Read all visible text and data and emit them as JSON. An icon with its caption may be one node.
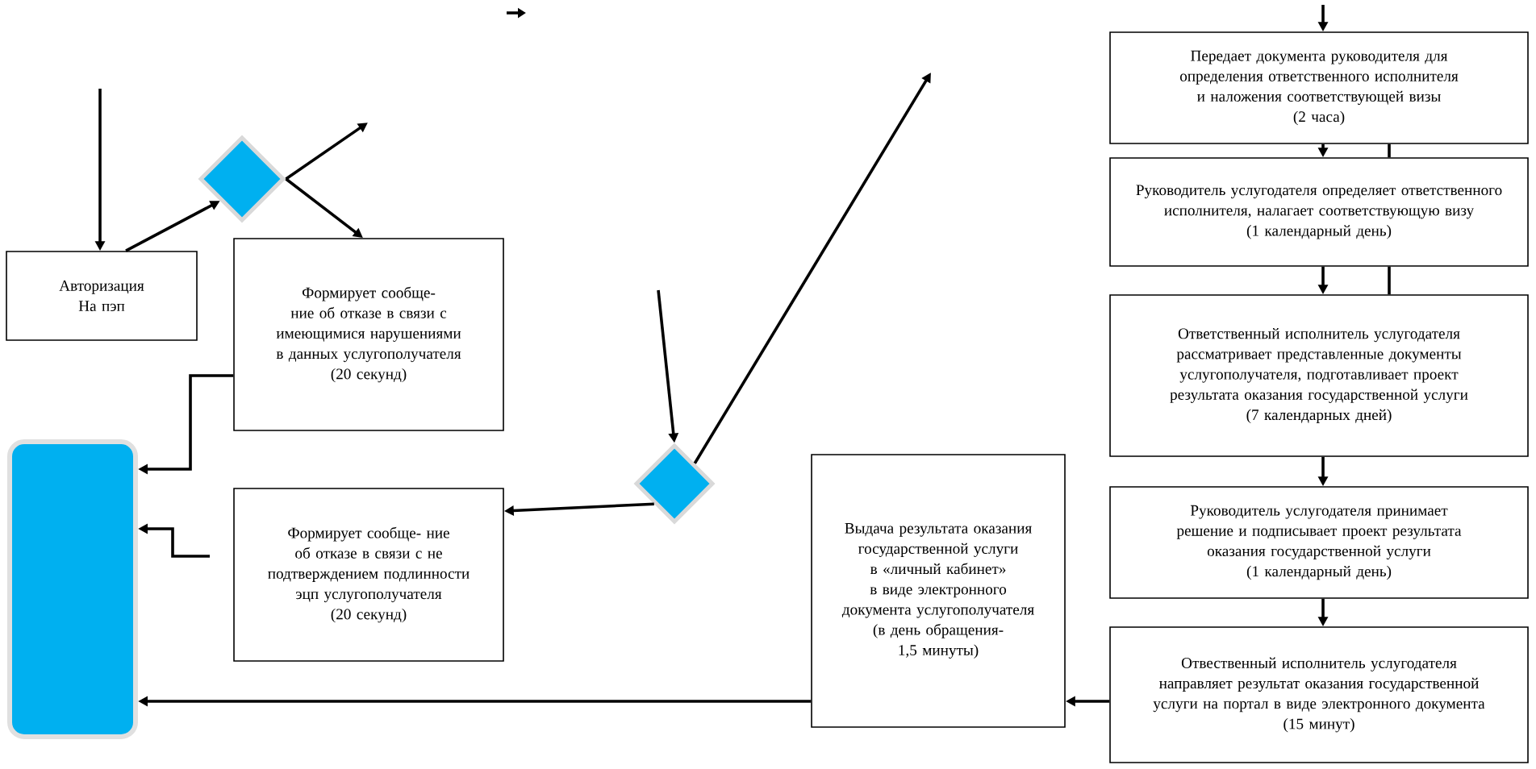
{
  "diagram": {
    "nodes": [
      {
        "text": [
          "Авторизация",
          "На пэп"
        ]
      },
      {
        "text": [],
        "shape": "diamond"
      },
      {
        "text": [
          "Формирует сообще- ние об отказе в связи с имеющимися нарушениями в данных услугополучателя",
          "(20 секунд)"
        ]
      },
      {
        "text": [],
        "shape": "box"
      },
      {
        "text": [
          "Формирует сообще- ние об отказе в связи с не подтверждением подлинности эцп услугополучателя",
          "(20 секунд)"
        ]
      },
      {
        "text": [],
        "shape": "diamond"
      },
      {
        "text": [
          "Выдача результата оказания государственной услуги в «личный кабинет»  в виде электронного документа услугополучателя",
          "(в день обращения- 1,5 минуты)"
        ]
      },
      {
        "text": [
          "Передает документа руководителя для определения ответственного исполнителя и наложения соответствующей визы",
          "(2 часа)"
        ]
      },
      {
        "text": [
          "Руководитель услугодателя определяет ответственного исполнителя, налагает соответствующую визу",
          "(1 календарный день)"
        ]
      },
      {
        "text": [
          "Ответственный исполнитель услугодателя рассматривает представленные документы услугополучателя, подготавливает проект результата оказания государственной услуги",
          "(7 календарных дней)"
        ]
      },
      {
        "text": [
          "Руководитель услугодателя принимает решение и подписывает проект результата оказания государственной услуги",
          "(1 календарный день)"
        ]
      },
      {
        "text": [
          "Отвественный исполнитель услугодателя направляет результат оказания государственной услуги на портал в виде электронного документа",
          "(15 минут)"
        ]
      }
    ],
    "edges": [
      {
        "from": null,
        "to": 0,
        "arrow": "to"
      },
      {
        "from": 0,
        "to": 1,
        "arrow": "to"
      },
      {
        "from": 1,
        "to": null,
        "arrow": "to"
      },
      {
        "from": 1,
        "to": 2,
        "arrow": "to"
      },
      {
        "from": 2,
        "to": 3,
        "arrow": "to"
      },
      {
        "from": null,
        "to": 3,
        "arrow": "to"
      },
      {
        "from": null,
        "to": 5,
        "arrow": "to"
      },
      {
        "from": 5,
        "to": 4,
        "arrow": "to"
      },
      {
        "from": 5,
        "to": null,
        "arrow": "to"
      },
      {
        "from": 6,
        "to": 3,
        "arrow": "to"
      },
      {
        "from": 11,
        "to": 6,
        "arrow": "to"
      },
      {
        "from": null,
        "to": 7,
        "arrow": "to"
      },
      {
        "from": 7,
        "to": 8,
        "arrow": "to"
      },
      {
        "from": 8,
        "to": 9,
        "arrow": "to"
      },
      {
        "from": 9,
        "to": 10,
        "arrow": "to"
      },
      {
        "from": 10,
        "to": 11,
        "arrow": "to"
      },
      {
        "from": 7,
        "to": 8,
        "arrow": "none"
      },
      {
        "from": 8,
        "to": 9,
        "arrow": "none"
      }
    ]
  }
}
